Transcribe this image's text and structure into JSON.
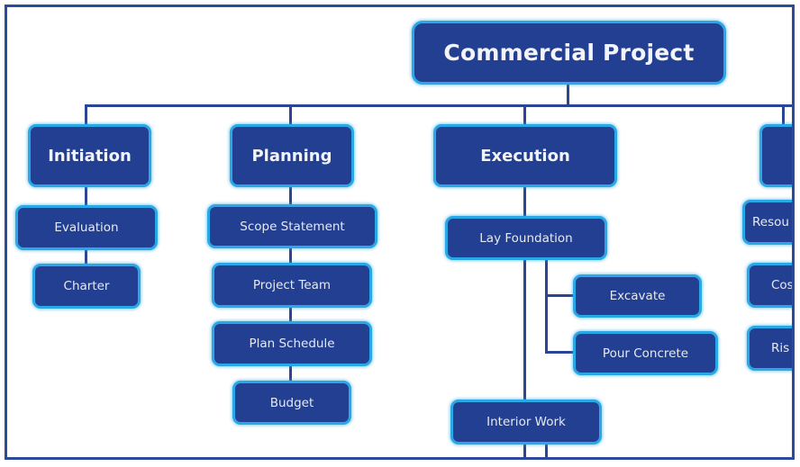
{
  "diagram": {
    "type": "work-breakdown-structure",
    "colors": {
      "node_fill": "#233f91",
      "node_border": "#2aa7e6",
      "connector": "#2a4595",
      "frame": "#2b4b9a",
      "text": "#f2f4fa"
    },
    "root": {
      "label": "Commercial Project"
    },
    "phases": [
      {
        "label": "Initiation",
        "tasks": [
          {
            "label": "Evaluation"
          },
          {
            "label": "Charter"
          }
        ]
      },
      {
        "label": "Planning",
        "tasks": [
          {
            "label": "Scope Statement"
          },
          {
            "label": "Project Team"
          },
          {
            "label": "Plan Schedule"
          },
          {
            "label": "Budget"
          }
        ]
      },
      {
        "label": "Execution",
        "tasks": [
          {
            "label": "Lay Foundation",
            "subtasks": [
              {
                "label": "Excavate"
              },
              {
                "label": "Pour Concrete"
              }
            ]
          },
          {
            "label": "Interior Work"
          }
        ]
      },
      {
        "label": "",
        "truncated": true,
        "tasks": [
          {
            "label": "Resou",
            "truncated": true
          },
          {
            "label": "Cos",
            "truncated": true
          },
          {
            "label": "Ris",
            "truncated": true
          }
        ]
      }
    ]
  }
}
